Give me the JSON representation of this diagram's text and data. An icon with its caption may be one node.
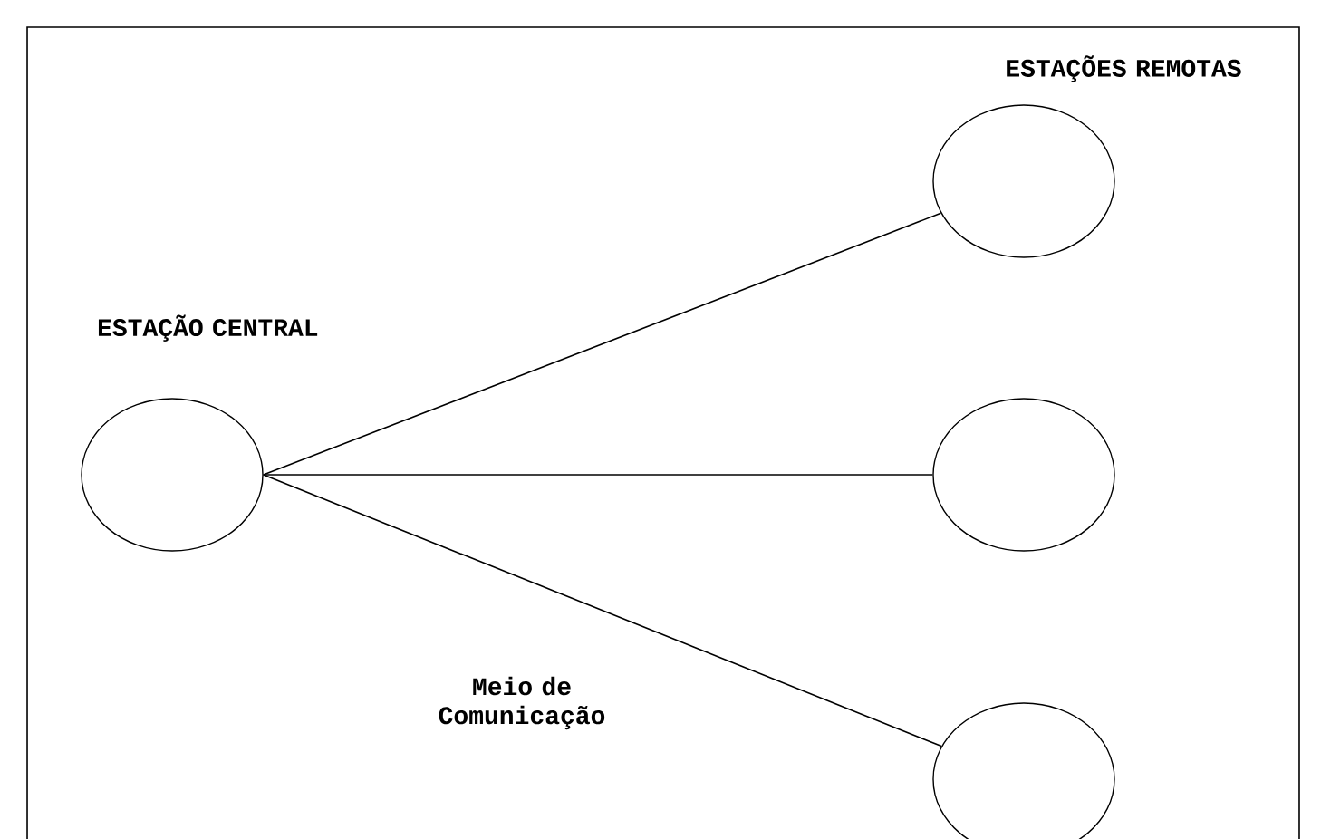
{
  "diagram": {
    "nodes": [
      {
        "text": [
          "ESTAÇÃO CENTRAL"
        ]
      },
      {
        "text": [],
        "shape": "circle"
      },
      {
        "text": [],
        "shape": "circle"
      },
      {
        "text": [],
        "shape": "circle"
      }
    ],
    "edges": [
      {
        "from": 0,
        "to": 1,
        "arrow": "none"
      },
      {
        "from": 0,
        "to": 2,
        "arrow": "none"
      },
      {
        "from": 0,
        "to": 3,
        "arrow": "none"
      }
    ],
    "labels": [
      "ESTAÇÕES REMOTAS",
      "Meio de Comunicação"
    ]
  }
}
